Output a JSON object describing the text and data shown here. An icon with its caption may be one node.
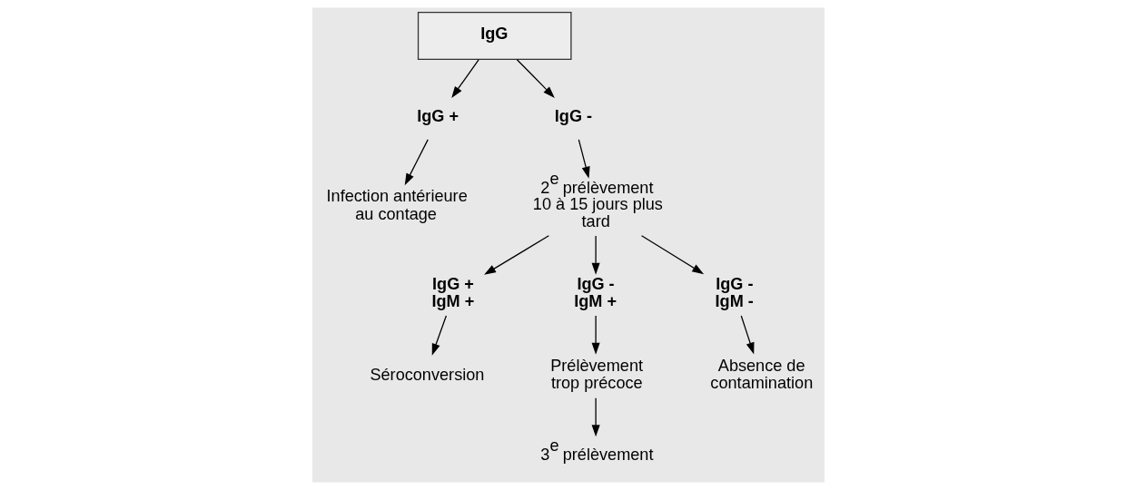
{
  "diagram": {
    "nodes": [
      {
        "text": [
          "IgG"
        ]
      },
      {
        "text": [
          "IgG +"
        ]
      },
      {
        "text": [
          "Infection antérieure au contage"
        ]
      },
      {
        "text": [
          "IgG -"
        ]
      },
      {
        "text": [
          "2$^{e}$ prélèvement 10 à 15 jours plus tard"
        ]
      },
      {
        "text": [
          "IgG + IgM +"
        ]
      },
      {
        "text": [
          "IgG - IgM +"
        ]
      },
      {
        "text": [
          "IgG - IgM -"
        ]
      },
      {
        "text": [
          "Séroconversion"
        ]
      },
      {
        "text": [
          "Prélèvement trop précoce"
        ]
      },
      {
        "text": [
          "Absence de contamination"
        ]
      },
      {
        "text": [
          "3$^{e}$ prélèvement"
        ]
      }
    ],
    "edges": [
      {
        "from": 0,
        "to": 1,
        "arrow": "to"
      },
      {
        "from": 0,
        "to": 3,
        "arrow": "to"
      },
      {
        "from": 1,
        "to": 2,
        "arrow": "to"
      },
      {
        "from": 3,
        "to": 4,
        "arrow": "to"
      },
      {
        "from": 4,
        "to": 5,
        "arrow": "to"
      },
      {
        "from": 4,
        "to": 6,
        "arrow": "to"
      },
      {
        "from": 4,
        "to": 7,
        "arrow": "to"
      },
      {
        "from": 5,
        "to": 8,
        "arrow": "to"
      },
      {
        "from": 6,
        "to": 9,
        "arrow": "to"
      },
      {
        "from": 7,
        "to": 10,
        "arrow": "to"
      },
      {
        "from": 9,
        "to": 11,
        "arrow": "to"
      }
    ]
  }
}
